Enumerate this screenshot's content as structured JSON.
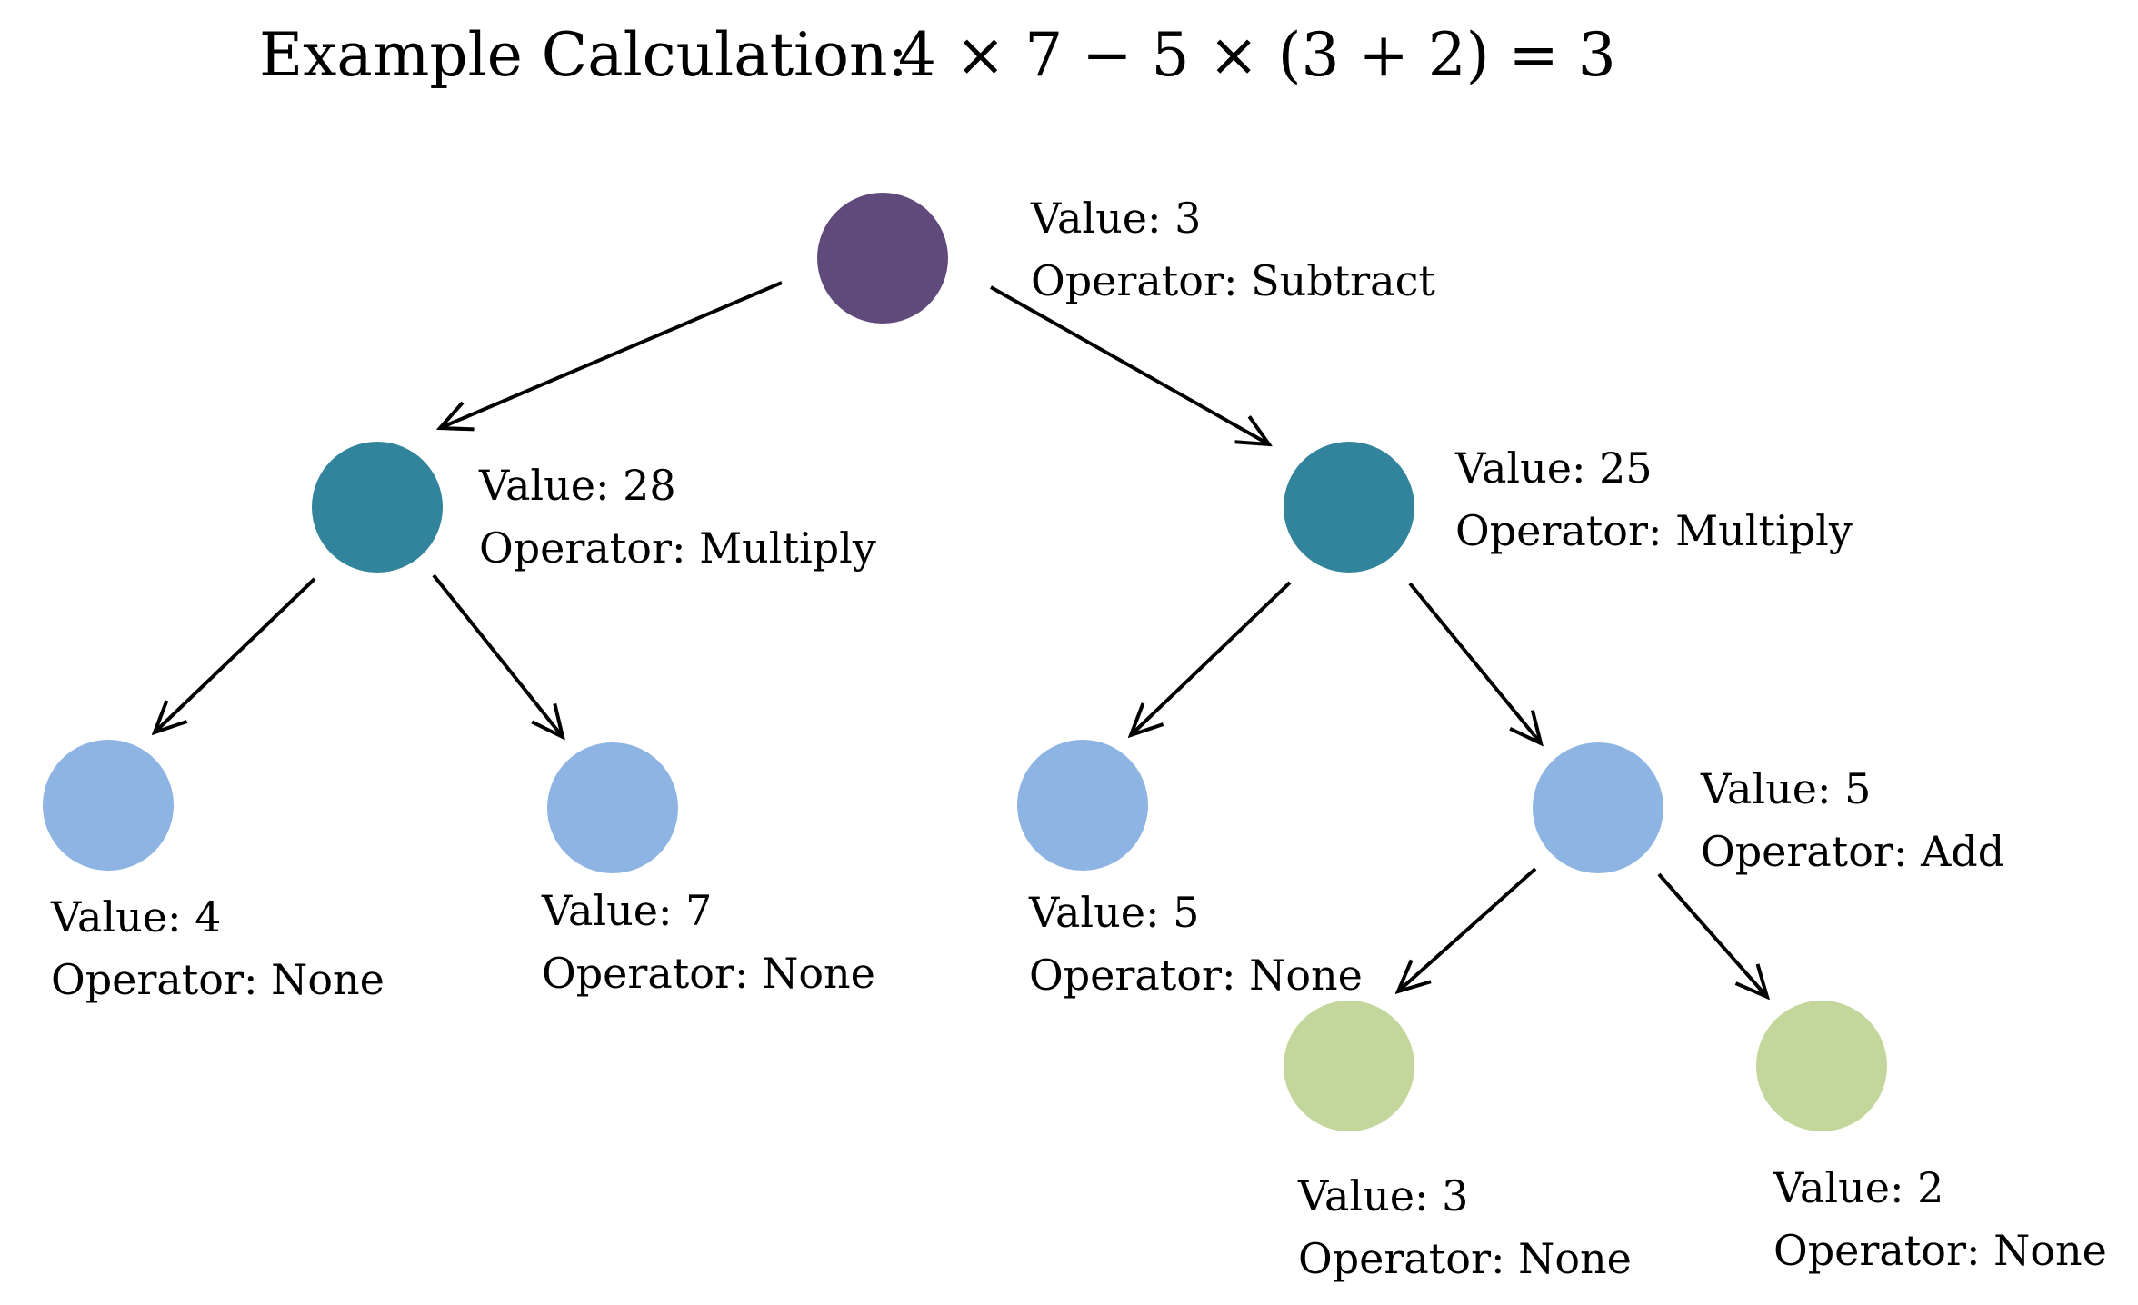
{
  "title": {
    "label": "Example  Calculation:",
    "expression": "4  × 7 − 5 × (3 + 2) = 3"
  },
  "colors": {
    "root": "#604a7b",
    "internal": "#31849b",
    "leaf": "#8eb4e3",
    "subleaf": "#c3d69b"
  },
  "nodes": [
    {
      "id": "root",
      "value_line": "Value: 3",
      "operator_line": "Operator: Subtract",
      "color_key": "root"
    },
    {
      "id": "mul-left",
      "value_line": "Value: 28",
      "operator_line": "Operator: Multiply",
      "color_key": "internal"
    },
    {
      "id": "mul-right",
      "value_line": "Value: 25",
      "operator_line": "Operator: Multiply",
      "color_key": "internal"
    },
    {
      "id": "leaf-4",
      "value_line": "Value: 4",
      "operator_line": "Operator: None",
      "color_key": "leaf"
    },
    {
      "id": "leaf-7",
      "value_line": "Value: 7",
      "operator_line": "Operator: None",
      "color_key": "leaf"
    },
    {
      "id": "leaf-5",
      "value_line": "Value: 5",
      "operator_line": "Operator: None",
      "color_key": "leaf"
    },
    {
      "id": "add",
      "value_line": "Value: 5",
      "operator_line": "Operator: Add",
      "color_key": "leaf"
    },
    {
      "id": "leaf-3",
      "value_line": "Value: 3",
      "operator_line": "Operator: None",
      "color_key": "subleaf"
    },
    {
      "id": "leaf-2",
      "value_line": "Value: 2",
      "operator_line": "Operator: None",
      "color_key": "subleaf"
    }
  ],
  "edges": [
    {
      "from": "root",
      "to": "mul-left"
    },
    {
      "from": "root",
      "to": "mul-right"
    },
    {
      "from": "mul-left",
      "to": "leaf-4"
    },
    {
      "from": "mul-left",
      "to": "leaf-7"
    },
    {
      "from": "mul-right",
      "to": "leaf-5"
    },
    {
      "from": "mul-right",
      "to": "add"
    },
    {
      "from": "add",
      "to": "leaf-3"
    },
    {
      "from": "add",
      "to": "leaf-2"
    }
  ]
}
